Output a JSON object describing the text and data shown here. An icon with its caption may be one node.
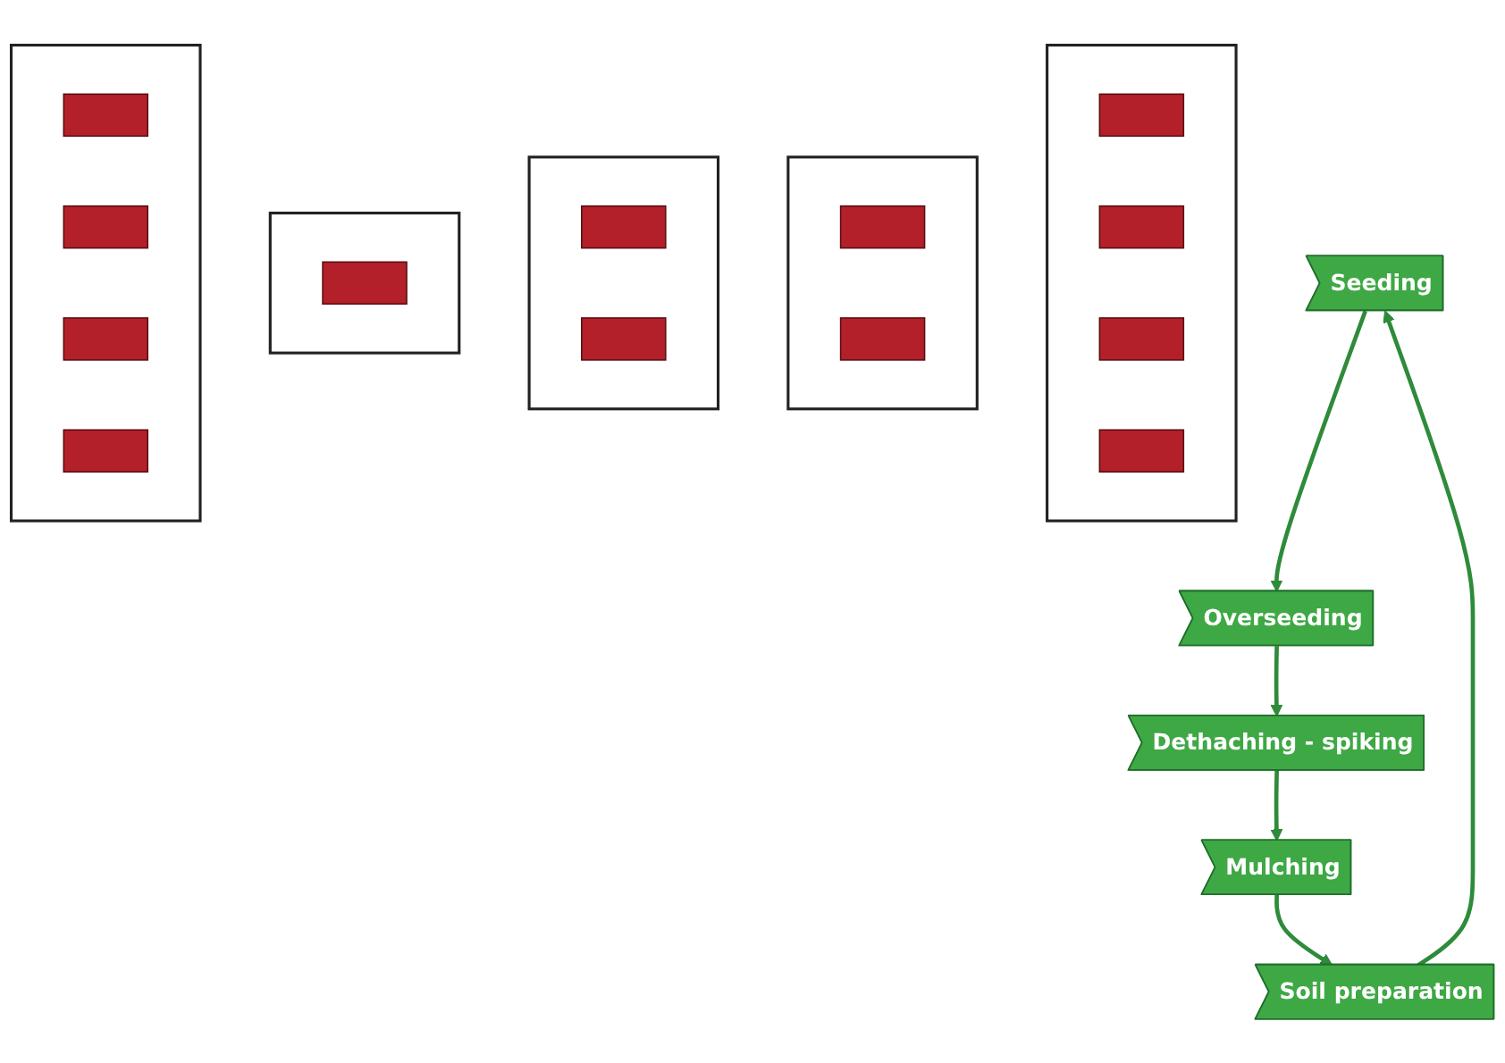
{
  "diagram": {
    "nodes": [
      {
        "text": [
          "Seeding"
        ]
      },
      {
        "text": [
          "Overseeding"
        ]
      },
      {
        "text": [
          "Dethaching - spiking"
        ]
      },
      {
        "text": [
          "Mulching"
        ]
      },
      {
        "text": [
          "Soil preparation"
        ]
      },
      {
        "text": [],
        "shape": "box"
      },
      {
        "text": [],
        "shape": "box",
        "in": 5
      },
      {
        "text": [],
        "shape": "box",
        "in": 5
      },
      {
        "text": [],
        "shape": "box",
        "in": 5
      },
      {
        "text": [],
        "shape": "box",
        "in": 5
      },
      {
        "text": [],
        "shape": "box"
      },
      {
        "text": [],
        "shape": "box",
        "in": 10
      },
      {
        "text": [],
        "shape": "box",
        "in": 10
      },
      {
        "text": [],
        "shape": "box"
      },
      {
        "text": [],
        "shape": "box",
        "in": 13
      },
      {
        "text": [],
        "shape": "box",
        "in": 13
      },
      {
        "text": [],
        "shape": "box"
      },
      {
        "text": [],
        "shape": "box",
        "in": 16
      },
      {
        "text": [],
        "shape": "box"
      },
      {
        "text": [],
        "shape": "box",
        "in": 18
      },
      {
        "text": [],
        "shape": "box",
        "in": 18
      },
      {
        "text": [],
        "shape": "box",
        "in": 18
      },
      {
        "text": [],
        "shape": "box",
        "in": 18
      }
    ],
    "edges": [
      {
        "from": 0,
        "to": 1,
        "arrow": "to"
      },
      {
        "from": 1,
        "to": 2,
        "arrow": "to"
      },
      {
        "from": 2,
        "to": 3,
        "arrow": "to"
      },
      {
        "from": 3,
        "to": 4,
        "arrow": "to"
      },
      {
        "from": 4,
        "to": 0,
        "arrow": "to"
      }
    ]
  }
}
